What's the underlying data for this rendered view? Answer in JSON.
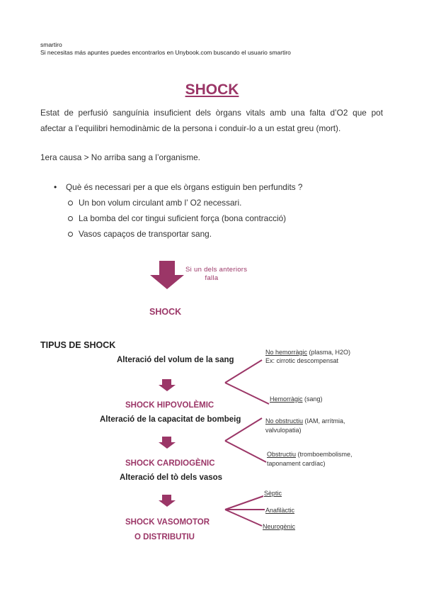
{
  "header": {
    "line1": "smartiro",
    "line2": "Si necesitas más apuntes puedes encontrarlos en Unybook.com buscando el usuario smartiro"
  },
  "title": "SHOCK",
  "intro": {
    "line1": "Estat de perfusió sanguínia insuficient dels òrgans vitals amb una falta d’O2 que pot",
    "line2": "afectar a l’equilibri  hemodinàmic de la persona i conduir-lo a un estat greu (mort)."
  },
  "cause": "1era causa > No arriba sang a l’organisme.",
  "question": "Què és necessari per a que els òrgans estiguin ben perfundits ?",
  "subitems": [
    "Un bon volum circulant amb l’ O2 necessari.",
    "La bomba del cor tingui suficient força (bona contracció)",
    "Vasos capaços de transportar sang."
  ],
  "arrow_note": {
    "line1": "Si un dels anteriors",
    "line2": "falla"
  },
  "shock_label": "SHOCK",
  "tipus_heading": "TIPUS DE SHOCK",
  "types": [
    {
      "cause": "Alteració del volum de la sang",
      "name": "SHOCK HIPOVOLÈMIC",
      "branches": [
        {
          "term": "No hemorràgic",
          "rest": " (plasma, H2O)",
          "line2": "Ex: cirrotic descompensat"
        },
        {
          "term": "Hemorràgic",
          "rest": " (sang)",
          "line2": ""
        }
      ]
    },
    {
      "cause": "Alteració de la capacitat de bombeig",
      "name": "SHOCK CARDIOGÈNIC",
      "branches": [
        {
          "term": "No obstructiu",
          "rest": " (IAM, arrítmia,",
          "line2": "valvulopatia)"
        },
        {
          "term": "Obstructiu",
          "rest": " (tromboembolisme,",
          "line2": "taponament cardíac)"
        }
      ]
    },
    {
      "cause": "Alteració del tò dels vasos",
      "name": "SHOCK VASOMOTOR",
      "name2": "O DISTRIBUTIU",
      "branches": [
        {
          "term": "Sèptic"
        },
        {
          "term": "Anafilàctic"
        },
        {
          "term": "Neurogènic"
        }
      ]
    }
  ],
  "colors": {
    "accent": "#9b3667",
    "text": "#333333"
  }
}
